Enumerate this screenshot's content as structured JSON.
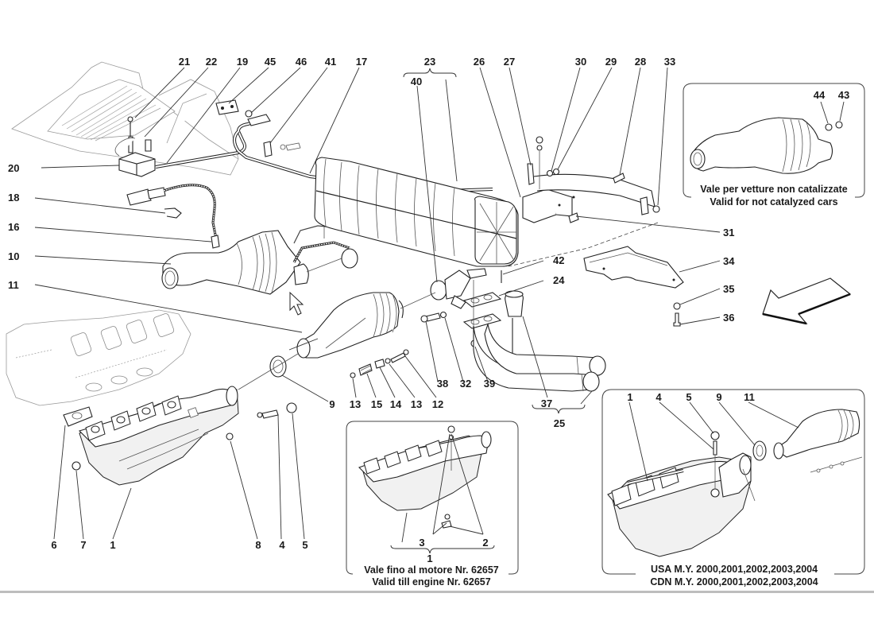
{
  "diagram": {
    "title": "Exhaust system exploded parts diagram",
    "callouts": {
      "c21": "21",
      "c22": "22",
      "c19": "19",
      "c45": "45",
      "c46": "46",
      "c41": "41",
      "c17": "17",
      "c23": "23",
      "c40": "40",
      "c26": "26",
      "c27": "27",
      "c30": "30",
      "c29": "29",
      "c28": "28",
      "c33": "33",
      "c20": "20",
      "c18": "18",
      "c16": "16",
      "c10": "10",
      "c11": "11",
      "c31": "31",
      "c34": "34",
      "c35": "35",
      "c36": "36",
      "c42": "42",
      "c24": "24",
      "c38": "38",
      "c32": "32",
      "c39": "39",
      "c37": "37",
      "c25": "25",
      "c9": "9",
      "c13a": "13",
      "c15": "15",
      "c14": "14",
      "c13b": "13",
      "c12": "12",
      "c6": "6",
      "c7": "7",
      "c1": "1",
      "c8": "8",
      "c4": "4",
      "c5": "5"
    },
    "insets": {
      "non_catalyzed": {
        "callouts": [
          "44",
          "43"
        ],
        "caption_it": "Vale per vetture non catalizzate",
        "caption_en": "Valid for not catalyzed cars"
      },
      "early_engine": {
        "callouts": [
          "3",
          "2",
          "1"
        ],
        "caption_it": "Vale fino al motore Nr. 62657",
        "caption_en": "Valid till engine Nr. 62657"
      },
      "usa_cdn": {
        "callouts": [
          "1",
          "4",
          "5",
          "9",
          "11"
        ],
        "caption_usa": "USA M.Y. 2000,2001,2002,2003,2004",
        "caption_cdn": "CDN M.Y. 2000,2001,2002,2003,2004"
      }
    },
    "direction_arrow": "front-direction-arrow",
    "cursor": "mouse-pointer"
  }
}
